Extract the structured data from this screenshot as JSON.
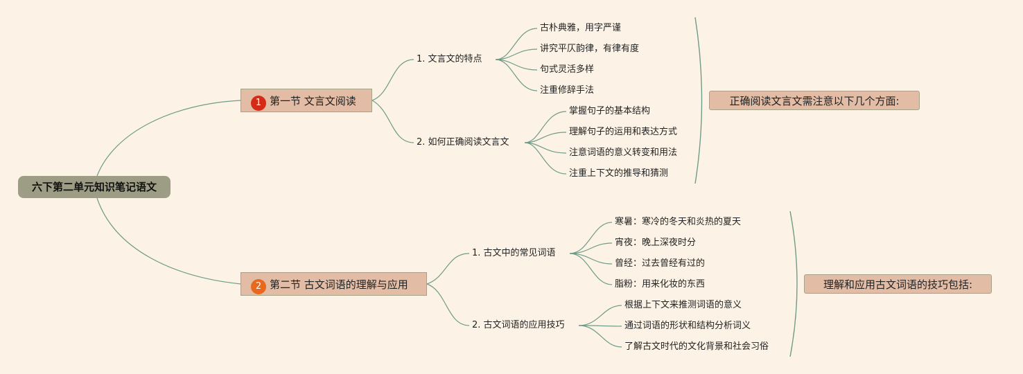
{
  "root": "六下第二单元知识笔记语文",
  "sections": [
    {
      "number": "1",
      "title": "第一节 文言文阅读",
      "color": "#d62a18",
      "summary": "正确阅读文言文需注意以下几个方面:",
      "subtopics": [
        {
          "label": "1. 文言文的特点",
          "items": [
            "古朴典雅，用字严谨",
            "讲究平仄韵律，有律有度",
            "句式灵活多样",
            "注重修辞手法"
          ]
        },
        {
          "label": "2. 如何正确阅读文言文",
          "items": [
            "掌握句子的基本结构",
            "理解句子的运用和表达方式",
            "注意词语的意义转变和用法",
            "注重上下文的推导和猜测"
          ]
        }
      ]
    },
    {
      "number": "2",
      "title": "第二节 古文词语的理解与应用",
      "color": "#e8681f",
      "summary": "理解和应用古文词语的技巧包括:",
      "subtopics": [
        {
          "label": "1. 古文中的常见词语",
          "items": [
            "寒暑：寒冷的冬天和炎热的夏天",
            "宵夜：晚上深夜时分",
            "曾经：过去曾经有过的",
            "脂粉：用来化妆的东西"
          ]
        },
        {
          "label": "2. 古文词语的应用技巧",
          "items": [
            "根据上下文来推测词语的意义",
            "通过词语的形状和结构分析词义",
            "了解古文时代的文化背景和社会习俗"
          ]
        }
      ]
    }
  ]
}
